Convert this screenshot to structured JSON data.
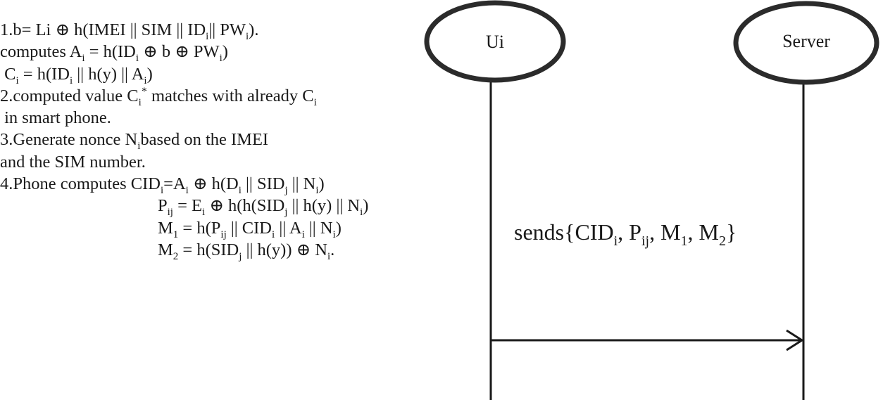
{
  "steps": {
    "s1_label": "1.b= Li ⊕ h(IMEI || SIM || ID",
    "s1_sub": "i",
    "s1_tail": "|| PW",
    "s1_sub2": "i",
    "s1_end": ").",
    "l2_a": "computes A",
    "l2_sub1": "i",
    "l2_b": "= h(ID",
    "l2_sub2": "i",
    "l2_c": "⊕ b ⊕ PW",
    "l2_sub3": "i",
    "l2_d": ")",
    "l3_a": "C",
    "l3_sub1": "i",
    "l3_b": "= h(ID",
    "l3_sub2": "i",
    "l3_c": "|| h(y) || A",
    "l3_sub3": "i",
    "l3_d": ")",
    "l4_a": "2.computed value C",
    "l4_sub1": "i",
    "l4_sup": "*",
    "l4_b": "matches with already C",
    "l4_sub2": "i",
    "l5": "in  smart phone.",
    "l6_a": "3.Generate nonce N",
    "l6_sub": "i",
    "l6_b": "based on the IMEI",
    "l7": "and the SIM number.",
    "l8_a": "4.Phone computes CID",
    "l8_sub1": "i",
    "l8_b": "=A",
    "l8_sub2": "i",
    "l8_c": "⊕ h(D",
    "l8_sub3": "i",
    "l8_d": "|| SID",
    "l8_sub4": "j",
    "l8_e": "|| N",
    "l8_sub5": "i",
    "l8_f": ")",
    "l9_a": "P",
    "l9_sub1": "ij",
    "l9_b": "= E",
    "l9_sub2": "i",
    "l9_c": "⊕ h(h(SID",
    "l9_sub3": "j",
    "l9_d": "|| h(y) || N",
    "l9_sub4": "i",
    "l9_e": ")",
    "l10_a": "M",
    "l10_sub1": "1",
    "l10_b": "= h(P",
    "l10_sub2": "ij",
    "l10_c": "|| CID",
    "l10_sub3": "i",
    "l10_d": "|| A",
    "l10_sub4": "i",
    "l10_e": "|| N",
    "l10_sub5": "i",
    "l10_f": ")",
    "l11_a": "M",
    "l11_sub1": "2",
    "l11_b": "= h(SID",
    "l11_sub2": "j",
    "l11_c": "|| h(y)) ⊕ N",
    "l11_sub3": "i",
    "l11_d": "."
  },
  "participants": {
    "client": "Ui",
    "server": "Server"
  },
  "message": {
    "a": "sends{CID",
    "sub1": "i",
    "b": ", P",
    "sub2": "ij",
    "c": ", M",
    "sub3": "1",
    "d": ", M",
    "sub4": "2",
    "e": "}"
  },
  "colors": {
    "ink": "#1a1a1a",
    "ellipse_stroke": "#2b2b2b",
    "background": "#ffffff"
  }
}
